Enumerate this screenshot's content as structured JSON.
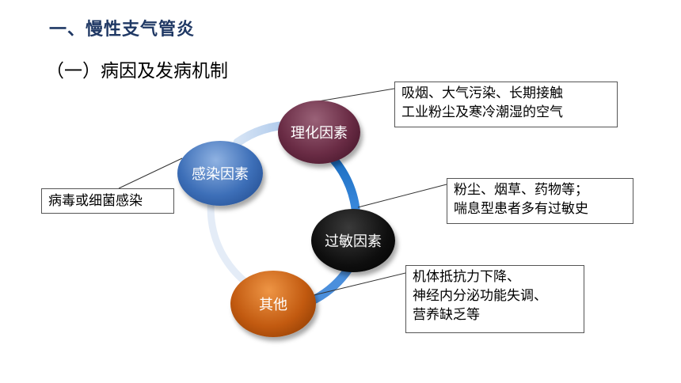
{
  "heading": "一、慢性支气管炎",
  "subheading": "（一）病因及发病机制",
  "nodes": {
    "physical": "理化因素",
    "infection": "感染因素",
    "allergy": "过敏因素",
    "other": "其他"
  },
  "callouts": {
    "physical": [
      "吸烟、大气污染、长期接触",
      "工业粉尘及寒冷潮湿的空气"
    ],
    "infection": [
      "病毒或细菌感染"
    ],
    "allergy": [
      "粉尘、烟草、药物等；",
      "喘息型患者多有过敏史"
    ],
    "other": [
      "机体抵抗力下降、",
      "神经内分泌功能失调、",
      "营养缺乏等"
    ]
  },
  "colors": {
    "heading": "#1f3864",
    "ring_blue": "#1b6ec2",
    "physical_node": "#6a2c45",
    "infection_node": "#3d6fb8",
    "allergy_node": "#0e0e0e",
    "other_node": "#c25a10"
  }
}
